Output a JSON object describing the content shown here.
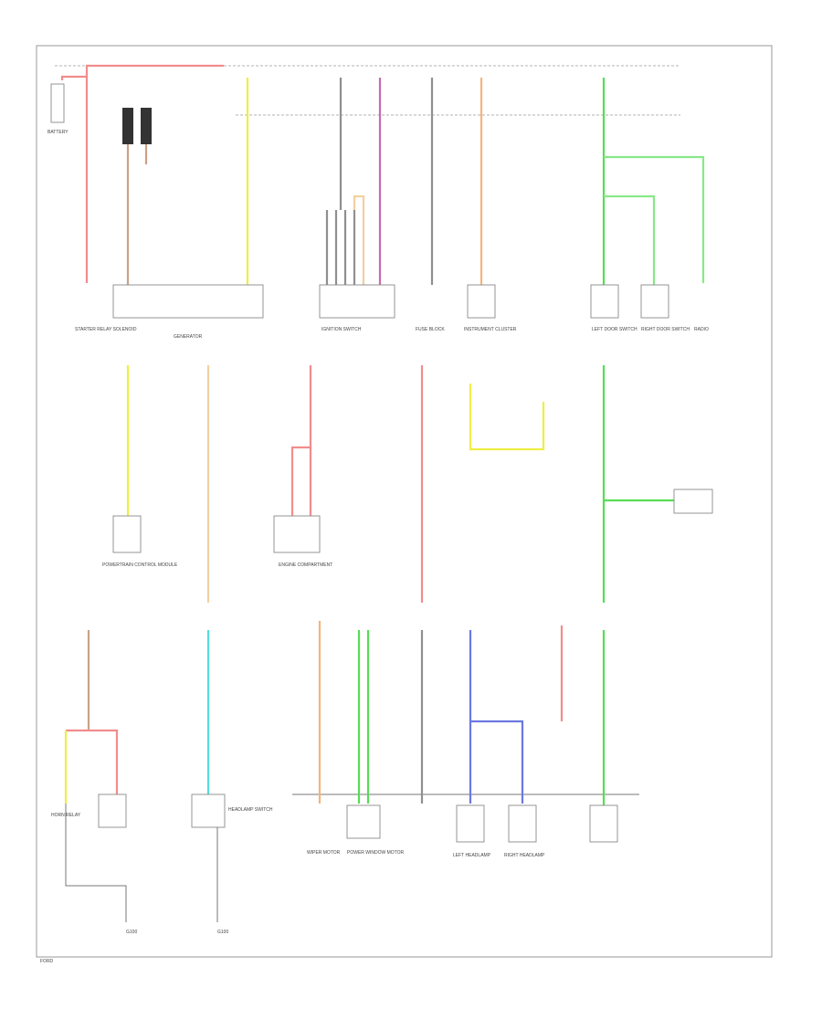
{
  "diagram": {
    "colors": {
      "red": "#f28c8c",
      "pink": "#e8a8a8",
      "brown": "#c9a287",
      "yellow": "#eeee44",
      "green": "#55dd55",
      "light_green": "#88e888",
      "gray": "#8f8f8f",
      "orange": "#f4b47c",
      "tan": "#f2d0a0",
      "cyan": "#55dddd",
      "blue": "#6b78e0",
      "purple": "#c86ab4",
      "black": "#333333"
    },
    "labels": {
      "battery": "BATTERY",
      "generator": "GENERATOR",
      "starter_relay": "STARTER RELAY SOLENOID",
      "ignition_switch": "IGNITION SWITCH",
      "fuse_block": "FUSE BLOCK",
      "instrument_cluster": "INSTRUMENT CLUSTER",
      "powertrain_control_module": "POWERTRAIN CONTROL MODULE",
      "engine_compartment": "ENGINE COMPARTMENT",
      "left_door_switch": "LEFT DOOR SWITCH",
      "right_door_switch": "RIGHT DOOR SWITCH",
      "radio": "RADIO",
      "horn_relay": "HORN RELAY",
      "headlamp_switch": "HEADLAMP SWITCH",
      "wiper_motor": "WIPER MOTOR",
      "power_window": "POWER WINDOW MOTOR",
      "left_headlamp": "LEFT HEADLAMP",
      "right_headlamp": "RIGHT HEADLAMP",
      "ground": "G100",
      "footer_code": "FORD"
    }
  }
}
